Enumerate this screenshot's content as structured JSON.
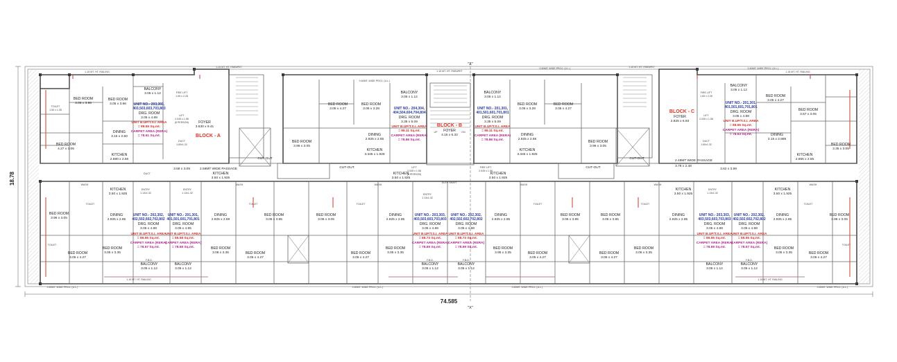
{
  "dimensions": {
    "overall_width": "74.585",
    "overall_depth": "18.78"
  },
  "section_marks": {
    "top": "\"X\"",
    "bottom": "\"X\""
  },
  "blocks": [
    {
      "name": "BLOCK - A"
    },
    {
      "name": "BLOCK - B"
    },
    {
      "name": "BLOCK - C"
    }
  ],
  "common": {
    "foyer_a": "FOYER",
    "foyer_a_size": "3.630 x 9.41",
    "foyer_b": "FOYER",
    "foyer_b_size": "4.15 x 6.32",
    "foyer_c": "FOYER",
    "foyer_c_size": "2.825 x 6.93",
    "passage_left": "2.58MT WIDE PASSAGE",
    "passage_left_size": "3.58 x 3.09",
    "passage_right": "2.48MT WIDE PASSAGE",
    "passage_right_size": "3.78 x 2.48",
    "passage_right_size2": "3.62 x 3.99",
    "cutout": "CUT-OUT",
    "lift": "LIFT",
    "lift_size": "2.045 x 1.58",
    "lift_persons": "(8 PERSON)",
    "fire_lift": "FIRE LIFT",
    "fire_lift_size": "1.65 x 2.28",
    "duct": "DUCT",
    "duct_size": "1.60x1.32",
    "entry": "ENTRY",
    "entry_size": "1.13x1.32",
    "stair_up": "UP",
    "stair_dn": "DN",
    "railing": "1.15 MT. HT. PARAPET",
    "railing2": "1.15 MT. HT. RAILING",
    "projection": "0.60MT. WIDE PROJ. (U.L.)",
    "elev": "ELEV SHAFT"
  },
  "units_top": [
    {
      "unit_no": "UNIT NO.- 203,303,",
      "unit_no2": "403,503,603,703,803",
      "drg": "DRG. ROOM",
      "drg_size": "3.05 x 4.88",
      "area_label": "UNIT B.UP/T.S.I. AREA",
      "area_val": "= 88.55 Sq.mt.",
      "carpet_label": "CARPET AREA (RERA)",
      "carpet_val": "= 78.61 Sq.mt.",
      "balcony": "BALCONY",
      "balcony_size": "3.05 x 1.12",
      "bed1": "BED ROOM",
      "bed1_size": "3.05 x 3.96",
      "bed2": "BED ROOM",
      "bed2_size": "4.27 x 3.06",
      "dining": "DINING",
      "dining_size": "3.15 x 2.60",
      "kitchen": "KITCHEN",
      "kitchen_size": "2.880 x 2.56",
      "toilet": "TOILET",
      "toilet_size": "1.50 x 1.35"
    },
    {
      "unit_no": "UNIT NO.- 204,304,",
      "unit_no2": "404,504,604,704,804",
      "drg": "DRG. ROOM",
      "drg_size": "3.35 x 5.09",
      "area_label": "UNIT B.UP/T.S.I. AREA",
      "area_val": "= 89.11 Sq.mt.",
      "carpet_label": "CARPET AREA (RERA)",
      "carpet_val": "= 78.86 Sq.mt.",
      "balcony": "BALCONY",
      "balcony_size": "3.05 x 1.12",
      "bed1": "BED ROOM",
      "bed1_size": "3.05 x 4.27",
      "bed2": "BED ROOM",
      "bed2_size": "3.05 x 3.28",
      "bed3": "BED ROOM",
      "bed3_size": "3.96 x 3.05",
      "dining": "DINING",
      "dining_size": "2.925 x 2.65",
      "kitchen": "KITCHEN",
      "kitchen_size": "3.345 x 1.925"
    },
    {
      "unit_no": "UNIT NO.- 201,301,",
      "unit_no2": "401,501,601,701,801",
      "drg": "DRG. ROOM",
      "drg_size": "3.35 x 5.09",
      "area_label": "UNIT B.UP/T.S.I. AREA",
      "area_val": "= 89.11 Sq.mt.",
      "carpet_label": "CARPET AREA (RERA)",
      "carpet_val": "= 78.86 Sq.mt.",
      "balcony": "BALCONY",
      "balcony_size": "3.05 x 1.12",
      "bed1": "BED ROOM",
      "bed1_size": "3.05 x 3.28",
      "bed2": "BED ROOM",
      "bed2_size": "3.05 x 4.27",
      "bed3": "BED ROOM",
      "bed3_size": "3.96 x 3.05",
      "dining": "DINING",
      "dining_size": "2.925 x 2.65",
      "kitchen": "KITCHEN",
      "kitchen_size": "3.345 x 1.925"
    },
    {
      "unit_no": "UNIT NO.- 201,301,",
      "unit_no2": "401,501,601,701,801",
      "drg": "DRG. ROOM",
      "drg_size": "3.05 x 4.88",
      "area_label": "UNIT B.UP/T.S.I. AREA",
      "area_val": "= 88.55 Sq.mt.",
      "carpet_label": "CARPET AREA (RERA)",
      "carpet_val": "= 78.63 Sq.mt.",
      "balcony": "BALCONY",
      "balcony_size": "3.05 x 1.12",
      "bed1": "BED ROOM",
      "bed1_size": "3.05 x 4.27",
      "bed2": "BED ROOM",
      "bed2_size": "3.57 x 3.05",
      "bed3": "BED ROOM",
      "bed3_size": "3.35 x 3.05",
      "dining": "DINING",
      "dining_size": "3.15 x 2.885",
      "kitchen": "KITCHEN",
      "kitchen_size": "2.855 x 2.55"
    }
  ],
  "units_bottom": [
    {
      "unit_no": "UNIT NO.- 202,302,",
      "unit_no2": "402,502,602,702,802",
      "drg": "DRG. ROOM",
      "drg_size": "3.05 x 4.88",
      "area_val": "= 86.55 Sq.mt.",
      "carpet_val": "= 78.57 Sq.mt.",
      "bed1": "BED ROOM",
      "bed1_size": "3.96 x 3.05",
      "bed2": "BED ROOM",
      "bed2_size": "3.05 x 4.27",
      "bed3": "BED ROOM",
      "bed3_size": "3.05 x 3.35",
      "dining": "DINING",
      "dining_size": "2.925 x 2.85",
      "kitchen": "KITCHEN",
      "kitchen_size": "3.50 x 1.925",
      "balcony": "BALCONY",
      "balcony_size": "3.05 x 1.12"
    },
    {
      "unit_no": "UNIT NO.- 201,301,",
      "unit_no2": "401,501,601,701,801",
      "drg": "DRG. ROOM",
      "drg_size": "3.05 x 4.85",
      "area_val": "= 86.58 Sq.mt.",
      "carpet_val": "= 78.68 Sq.mt.",
      "bed1": "BED ROOM",
      "bed1_size": "3.05 x 3.85",
      "bed2": "BED ROOM",
      "bed2_size": "3.05 x 4.27",
      "bed3": "BED ROOM",
      "bed3_size": "3.08 x 3.35",
      "dining": "DINING",
      "dining_size": "2.925 x 2.69",
      "kitchen": "KITCHEN",
      "kitchen_size": "3.50 x 1.925",
      "balcony": "BALCONY",
      "balcony_size": "3.05 x 1.12"
    },
    {
      "unit_no": "UNIT NO.- 203,303,",
      "unit_no2": "403,503,603,703,803",
      "drg": "DRG. ROOM",
      "drg_size": "3.05 x 4.88",
      "area_val": "= 88.73 Sq.mt.",
      "carpet_val": "= 78.69 Sq.mt.",
      "bed1": "BED ROOM",
      "bed1_size": "3.05 x 3.05",
      "bed2": "BED ROOM",
      "bed2_size": "3.05 x 3.35",
      "bed3": "BED ROOM",
      "bed3_size": "3.05 x 4.27",
      "dining": "DINING",
      "dining_size": "2.925 x 2.85",
      "kitchen": "KITCHEN",
      "kitchen_size": "3.50 x 1.925",
      "balcony": "BALCONY",
      "balcony_size": "3.05 x 1.12"
    },
    {
      "unit_no": "UNIT NO.- 202,302,",
      "unit_no2": "402,502,602,702,802",
      "drg": "DRG. ROOM",
      "drg_size": "3.05 x 4.88",
      "area_val": "= 88.73 Sq.mt.",
      "carpet_val": "= 78.69 Sq.mt.",
      "bed1": "BED ROOM",
      "bed1_size": "3.05 x 3.85",
      "bed2": "BED ROOM",
      "bed2_size": "3.05 x 4.27",
      "bed3": "BED ROOM",
      "bed3_size": "3.95 x 3.35",
      "dining": "DINING",
      "dining_size": "2.925 x 2.85",
      "kitchen": "KITCHEN",
      "kitchen_size": "3.50 x 1.925",
      "balcony": "BALCONY",
      "balcony_size": "3.05 x 1.12"
    },
    {
      "unit_no": "UNIT NO.- 203,303,",
      "unit_no2": "403,503,603,703,803",
      "drg": "DRG. ROOM",
      "drg_size": "3.05 x 4.88",
      "area_val": "= 86.55 Sq.mt.",
      "carpet_val": "= 78.69 Sq.mt.",
      "bed1": "BED ROOM",
      "bed1_size": "3.05 x 3.85",
      "bed2": "BED ROOM",
      "bed2_size": "3.05 x 3.35",
      "bed3": "BED ROOM",
      "bed3_size": "3.05 x 4.27",
      "dining": "DINING",
      "dining_size": "2.925 x 2.85",
      "kitchen": "KITCHEN",
      "kitchen_size": "3.50 x 1.925",
      "balcony": "BALCONY",
      "balcony_size": "3.05 x 1.12"
    },
    {
      "unit_no": "UNIT NO.- 202,302,",
      "unit_no2": "402,502,602,702,802",
      "drg": "DRG. ROOM",
      "drg_size": "3.05 x 4.88",
      "area_val": "= 86.55 Sq.mt.",
      "carpet_val": "= 78.57 Sq.mt.",
      "bed1": "BED ROOM",
      "bed1_size": "3.98 x 3.05",
      "bed2": "BED ROOM",
      "bed2_size": "3.05 x 4.27",
      "bed3": "BED ROOM",
      "bed3_size": "3.05 x 3.35",
      "dining": "DINING",
      "dining_size": "2.925 x 2.85",
      "kitchen": "KITCHEN",
      "kitchen_size": "3.50 x 1.925",
      "balcony": "BALCONY",
      "balcony_size": "3.05 x 1.12"
    }
  ],
  "common_labels": {
    "area_label": "UNIT B.UP/T.S.I. AREA",
    "carpet_label": "CARPET AREA (RERA)",
    "toilet": "TOILET",
    "wash": "WASH",
    "fb": "F.B.D."
  },
  "colors": {
    "unit_no": "#2a3b9a",
    "area": "#d0302a",
    "carpet": "#b2248a",
    "block": "#e03020",
    "wall": "#4a4a4a"
  }
}
